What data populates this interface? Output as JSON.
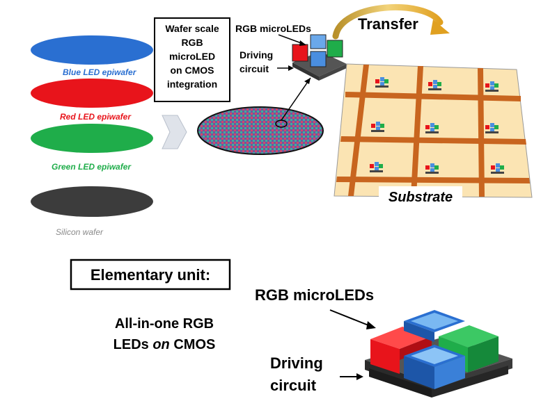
{
  "wafers": {
    "blue_label": "Blue LED epiwafer",
    "red_label": "Red LED epiwafer",
    "green_label": "Green LED epiwafer",
    "silicon_label": "Silicon wafer"
  },
  "integration_box": {
    "line1": "Wafer scale",
    "line2": "RGB",
    "line3": "microLED",
    "line4": "on CMOS",
    "line5": "integration"
  },
  "top_chip": {
    "rgb_label": "RGB microLEDs",
    "driving_line1": "Driving",
    "driving_line2": "circuit"
  },
  "transfer_label": "Transfer",
  "substrate_label": "Substrate",
  "elementary": {
    "title": "Elementary unit:",
    "rgb_label": "RGB microLEDs",
    "desc_line1": "All-in-one RGB",
    "desc_prefix": "LEDs ",
    "desc_italic": "on",
    "desc_suffix": " CMOS",
    "driving_line1": "Driving",
    "driving_line2": "circuit"
  },
  "colors": {
    "blue": "#2a6fd1",
    "red": "#e8141b",
    "green": "#1fad4a",
    "silicon": "#3c3c3c",
    "substrate": "#fbe4b3",
    "trace": "#c8651f",
    "arrow_gold": "#e0b030"
  }
}
